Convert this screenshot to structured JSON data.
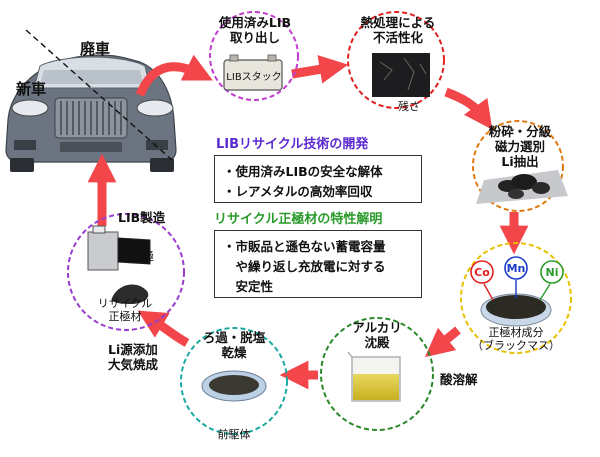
{
  "vehicle": {
    "old_car_label": "廃車",
    "new_car_label": "新車"
  },
  "steps": {
    "used_lib": {
      "title_line1": "使用済みLIB",
      "title_line2": "取り出し",
      "stack_label": "LIBスタック",
      "ring_color": "#c23ccf"
    },
    "heat": {
      "title_line1": "熱処理による",
      "title_line2": "不活性化",
      "residue_label": "残さ",
      "ring_color": "#e02020"
    },
    "crush": {
      "title_line1": "粉砕・分級",
      "title_line2": "磁力選別",
      "title_line3": "Li抽出",
      "ring_color": "#e07a10"
    },
    "black": {
      "caption_line1": "正極材成分",
      "caption_line2": "（ブラックマス）",
      "ring_color": "#e8c000",
      "elements": [
        {
          "symbol": "Co",
          "color": "#e02020"
        },
        {
          "symbol": "Mn",
          "color": "#1a3cc8"
        },
        {
          "symbol": "Ni",
          "color": "#2a9a2a"
        }
      ]
    },
    "alkali": {
      "title_line1": "アルカリ",
      "title_line2": "沈殿",
      "ring_color": "#2a8a2a"
    },
    "filter": {
      "title_line1": "ろ過・脱塩",
      "title_line2": "乾燥",
      "caption": "前駆体",
      "ring_color": "#1aa8a0"
    },
    "lib_make": {
      "title": "LIB製造",
      "electrode_label": "正極",
      "material_line1": "リサイクル",
      "material_line2": "正極材",
      "ring_color": "#9a3ccf"
    }
  },
  "arrow_labels": {
    "acid": "酸溶解",
    "li_line1": "Li源添加",
    "li_line2": "大気焼成"
  },
  "center": {
    "heading1": "LIBリサイクル技術の開発",
    "heading1_color": "#5a2ad0",
    "box1": [
      "・使用済みLIBの安全な解体",
      "・レアメタルの高効率回収"
    ],
    "heading2": "リサイクル正極材の特性解明",
    "heading2_color": "#2a9a2a",
    "box2": [
      "・市販品と遜色ない蓄電容量",
      "　や繰り返し充放電に対する",
      "　安定性"
    ]
  },
  "colors": {
    "arrow": "#f2464b"
  }
}
